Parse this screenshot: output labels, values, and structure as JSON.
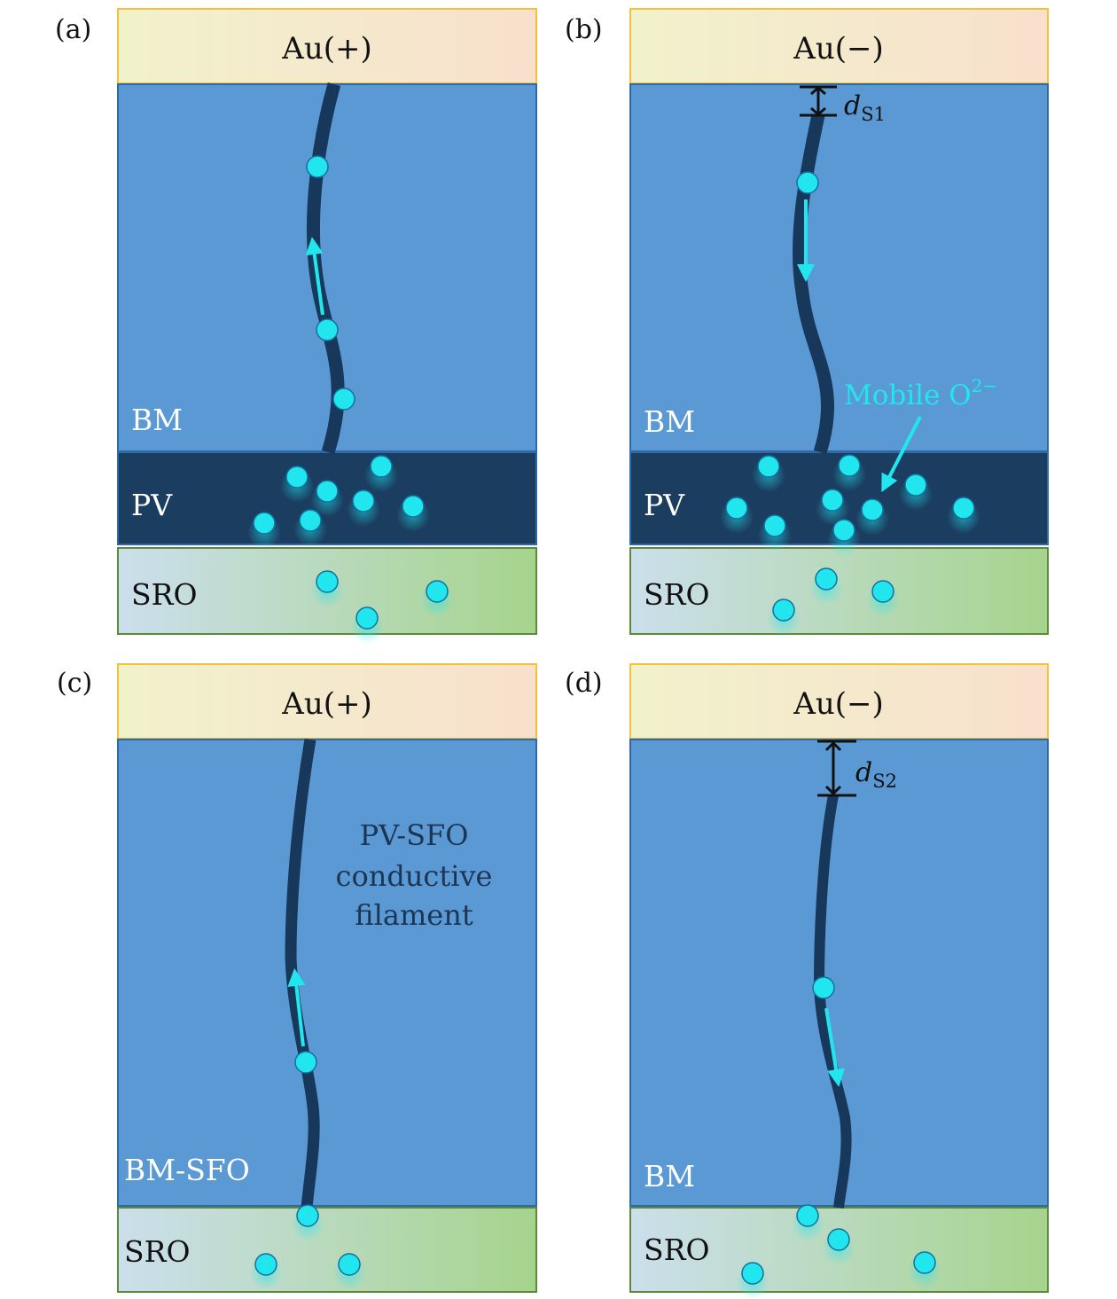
{
  "colors": {
    "electrode_left": "#f1f2cc",
    "electrode_right": "#f8e0cc",
    "electrode_border": "#f2c23a",
    "bm_fill": "#5b99d4",
    "bm_border": "#2f6aa8",
    "pv_fill": "#1b3d60",
    "sro_left": "#cbdfec",
    "sro_right": "#a6d48c",
    "sro_border": "#5c8a3a",
    "filament": "#17385a",
    "ion": "#22e6ee",
    "ion_border": "#1470a0"
  },
  "panels": {
    "a": {
      "label": "(a)",
      "electrode": "Au(+)",
      "bm": "BM",
      "pv": "PV",
      "sro": "SRO"
    },
    "b": {
      "label": "(b)",
      "electrode": "Au(−)",
      "bm": "BM",
      "pv": "PV",
      "sro": "SRO",
      "gap_main": "d",
      "gap_sub": "S1",
      "annotation_main": "Mobile O",
      "annotation_sup": "2−"
    },
    "c": {
      "label": "(c)",
      "electrode": "Au(+)",
      "bm": "BM-SFO",
      "sro": "SRO",
      "note": [
        "PV-SFO",
        "conductive",
        "filament"
      ]
    },
    "d": {
      "label": "(d)",
      "electrode": "Au(−)",
      "bm": "BM",
      "sro": "SRO",
      "gap_main": "d",
      "gap_sub": "S2"
    }
  }
}
